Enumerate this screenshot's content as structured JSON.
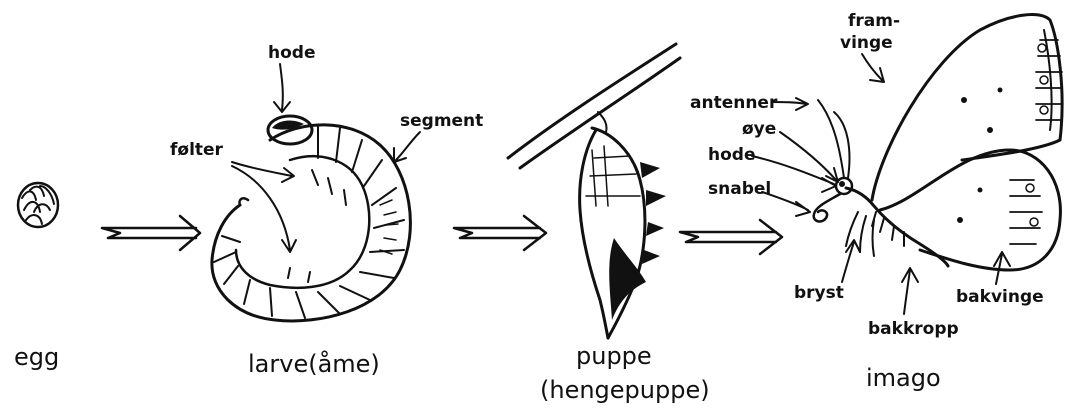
{
  "stages": {
    "egg": "egg",
    "larva": "larve(åme)",
    "pupa_line1": "puppe",
    "pupa_line2": "(hengepuppe)",
    "imago": "imago"
  },
  "larva_parts": {
    "head": "hode",
    "feelers": "følter",
    "segment": "segment"
  },
  "imago_parts": {
    "forewing_line1": "fram-",
    "forewing_line2": "vinge",
    "antennae": "antenner",
    "eye": "øye",
    "head": "hode",
    "proboscis": "snabel",
    "thorax": "bryst",
    "abdomen": "bakkropp",
    "hindwing": "bakvinge"
  }
}
